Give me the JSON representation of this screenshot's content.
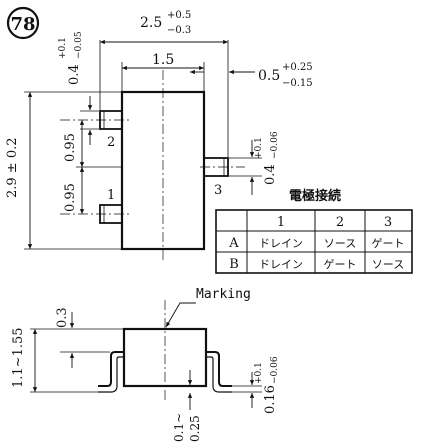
{
  "figure_number": "78",
  "top_view": {
    "dim_total_length": "2.5",
    "dim_total_length_tol_plus": "+0.5",
    "dim_total_length_tol_minus": "−0.3",
    "dim_body_width": "1.5",
    "dim_lead_protrusion": "0.5",
    "dim_lead_protrusion_tol_plus": "+0.25",
    "dim_lead_protrusion_tol_minus": "−0.15",
    "dim_lead_width_left": "0.4",
    "dim_lead_width_left_tol_plus": "+0.1",
    "dim_lead_width_left_tol_minus": "−0.05",
    "dim_lead_width_right": "0.4",
    "dim_lead_width_right_tol_plus": "+0.1",
    "dim_lead_width_right_tol_minus": "−0.06",
    "dim_height": "2.9 ± 0.2",
    "dim_pitch_upper": "0.95",
    "dim_pitch_lower": "0.95",
    "pin_1": "1",
    "pin_2": "2",
    "pin_3": "3"
  },
  "electrode_table": {
    "title": "電極接続",
    "columns": [
      "1",
      "2",
      "3"
    ],
    "rows": [
      {
        "label": "A",
        "cells": [
          "ドレイン",
          "ソース",
          "ゲート"
        ]
      },
      {
        "label": "B",
        "cells": [
          "ドレイン",
          "ゲート",
          "ソース"
        ]
      }
    ]
  },
  "side_view": {
    "marking_label": "Marking",
    "dim_mark_depth": "0.3",
    "dim_height_range": "1.1~1.55",
    "dim_standoff": "0.1~",
    "dim_lead_extent": "0.25",
    "dim_lead_thickness": "0.16",
    "dim_lead_thickness_tol_plus": "+0.1",
    "dim_lead_thickness_tol_minus": "−0.06"
  }
}
